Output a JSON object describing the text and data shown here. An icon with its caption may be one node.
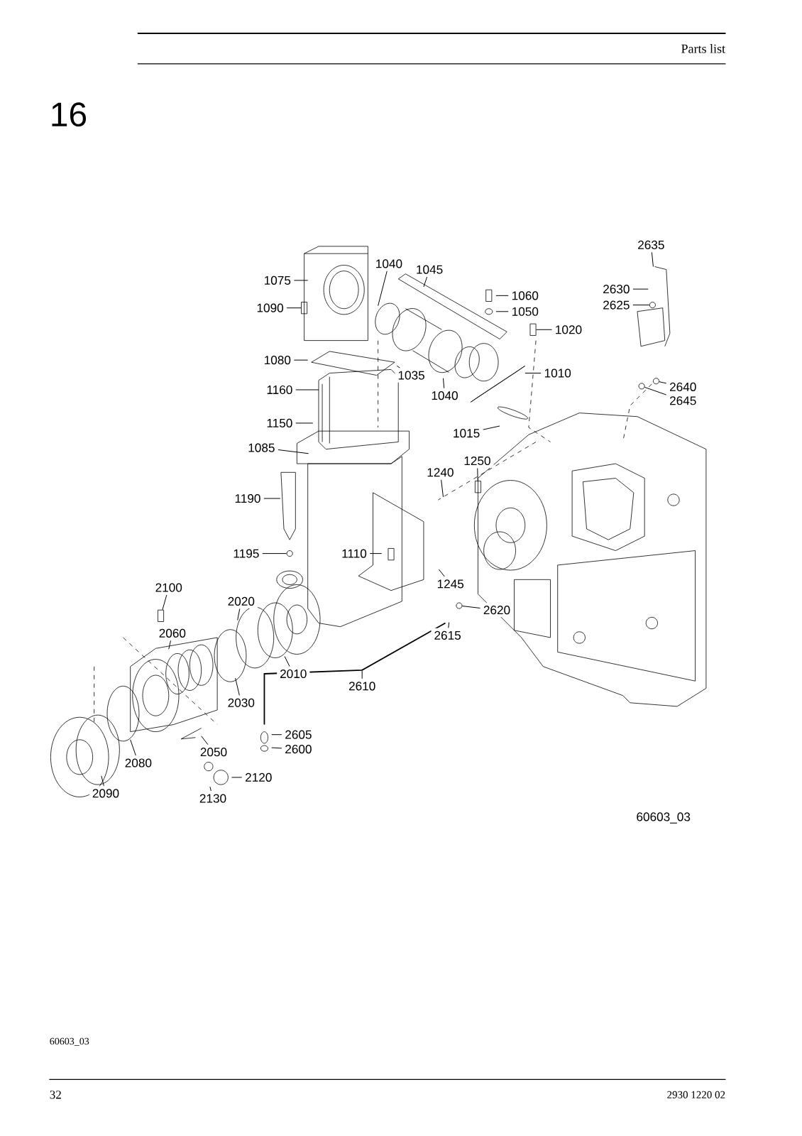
{
  "diagram": {
    "nodes": [
      {
        "text": [
          "2635"
        ]
      },
      {
        "text": [
          "2630"
        ]
      },
      {
        "text": [
          "2625"
        ]
      },
      {
        "text": [
          "1040"
        ]
      },
      {
        "text": [
          "1045"
        ]
      },
      {
        "text": [
          "1075"
        ]
      },
      {
        "text": [
          "1060"
        ]
      },
      {
        "text": [
          "1050"
        ]
      },
      {
        "text": [
          "1090"
        ]
      },
      {
        "text": [
          "1020"
        ]
      },
      {
        "text": [
          "1080"
        ]
      },
      {
        "text": [
          "1010"
        ]
      },
      {
        "text": [
          "1035"
        ]
      },
      {
        "text": [
          "1040"
        ]
      },
      {
        "text": [
          "1160"
        ]
      },
      {
        "text": [
          "2640"
        ]
      },
      {
        "text": [
          "2645"
        ]
      },
      {
        "text": [
          "1150"
        ]
      },
      {
        "text": [
          "1015"
        ]
      },
      {
        "text": [
          "1085"
        ]
      },
      {
        "text": [
          "1250"
        ]
      },
      {
        "text": [
          "1240"
        ]
      },
      {
        "text": [
          "1190"
        ]
      },
      {
        "text": [
          "1195"
        ]
      },
      {
        "text": [
          "1110"
        ]
      },
      {
        "text": [
          "1245"
        ]
      },
      {
        "text": [
          "2100"
        ]
      },
      {
        "text": [
          "2020"
        ]
      },
      {
        "text": [
          "2620"
        ]
      },
      {
        "text": [
          "2060"
        ]
      },
      {
        "text": [
          "2615"
        ]
      },
      {
        "text": [
          "2010"
        ]
      },
      {
        "text": [
          "2610"
        ]
      },
      {
        "text": [
          "2030"
        ]
      },
      {
        "text": [
          "2605"
        ]
      },
      {
        "text": [
          "2600"
        ]
      },
      {
        "text": [
          "2050"
        ]
      },
      {
        "text": [
          "2080"
        ]
      },
      {
        "text": [
          "2120"
        ]
      },
      {
        "text": [
          "2090"
        ]
      },
      {
        "text": [
          "2130"
        ]
      },
      {
        "text": [],
        "shape": "circle"
      },
      {
        "text": [],
        "shape": "box"
      },
      {
        "text": [],
        "shape": "circle"
      },
      {
        "text": [],
        "shape": "circle"
      },
      {
        "text": [],
        "shape": "box"
      },
      {
        "text": [],
        "shape": "circle"
      },
      {
        "text": [],
        "shape": "box"
      },
      {
        "text": [],
        "shape": "circle"
      },
      {
        "text": [],
        "shape": "box"
      }
    ],
    "edges": [
      {
        "from": 0,
        "to": null,
        "arrow": "none"
      },
      {
        "from": 1,
        "to": null,
        "arrow": "none"
      },
      {
        "from": 2,
        "to": 41,
        "arrow": "none"
      },
      {
        "from": 3,
        "to": null,
        "arrow": "none"
      },
      {
        "from": 4,
        "to": null,
        "arrow": "none"
      },
      {
        "from": 5,
        "to": null,
        "arrow": "none"
      },
      {
        "from": 6,
        "to": null,
        "arrow": "none"
      },
      {
        "from": 7,
        "to": null,
        "arrow": "none"
      },
      {
        "from": 8,
        "to": 47,
        "arrow": "none"
      },
      {
        "from": 9,
        "to": 42,
        "arrow": "none"
      },
      {
        "from": 10,
        "to": null,
        "arrow": "none"
      },
      {
        "from": 11,
        "to": null,
        "arrow": "none"
      },
      {
        "from": 12,
        "to": null,
        "arrow": "none"
      },
      {
        "from": 13,
        "to": null,
        "arrow": "none"
      },
      {
        "from": 14,
        "to": null,
        "arrow": "none"
      },
      {
        "from": 15,
        "to": 44,
        "arrow": "none"
      },
      {
        "from": 16,
        "to": 43,
        "arrow": "none"
      },
      {
        "from": 17,
        "to": null,
        "arrow": "none"
      },
      {
        "from": 18,
        "to": null,
        "arrow": "none"
      },
      {
        "from": 19,
        "to": null,
        "arrow": "none"
      },
      {
        "from": 20,
        "to": 45,
        "arrow": "none"
      },
      {
        "from": 21,
        "to": null,
        "arrow": "none"
      },
      {
        "from": 22,
        "to": null,
        "arrow": "none"
      },
      {
        "from": 23,
        "to": 48,
        "arrow": "none"
      },
      {
        "from": 24,
        "to": null,
        "arrow": "none"
      },
      {
        "from": 25,
        "to": null,
        "arrow": "none"
      },
      {
        "from": 26,
        "to": 49,
        "arrow": "none"
      },
      {
        "from": 27,
        "to": null,
        "arrow": "none"
      },
      {
        "from": 28,
        "to": 46,
        "arrow": "none"
      },
      {
        "from": 29,
        "to": null,
        "arrow": "none"
      },
      {
        "from": 30,
        "to": null,
        "arrow": "none"
      },
      {
        "from": 31,
        "to": null,
        "arrow": "none"
      },
      {
        "from": 32,
        "to": null,
        "arrow": "none"
      },
      {
        "from": 33,
        "to": null,
        "arrow": "none"
      },
      {
        "from": 34,
        "to": null,
        "arrow": "none"
      },
      {
        "from": 35,
        "to": null,
        "arrow": "none"
      },
      {
        "from": 36,
        "to": null,
        "arrow": "none"
      },
      {
        "from": 37,
        "to": null,
        "arrow": "none"
      },
      {
        "from": 38,
        "to": null,
        "arrow": "none"
      },
      {
        "from": 39,
        "to": null,
        "arrow": "none"
      },
      {
        "from": 40,
        "to": null,
        "arrow": "none"
      }
    ],
    "labels": [
      "Parts list",
      "16",
      "60603_03",
      "60603_03",
      "32",
      "2930 1220 02"
    ]
  }
}
